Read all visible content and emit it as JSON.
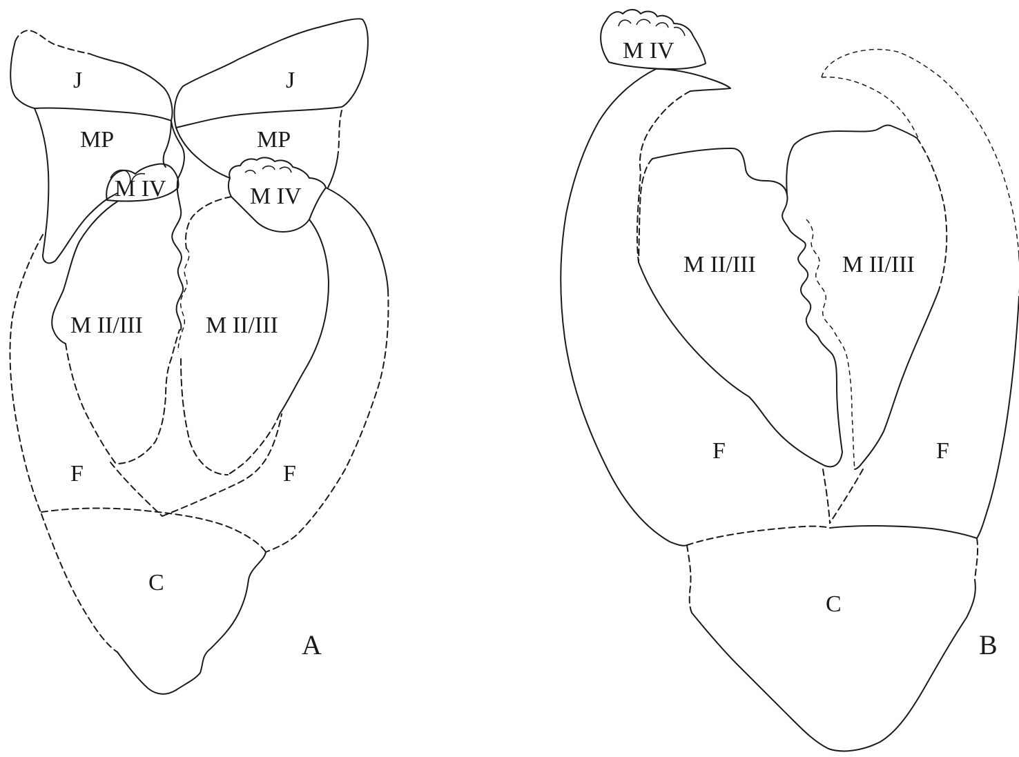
{
  "figure_a": {
    "panel_label": "A",
    "labels": {
      "j_left": "J",
      "j_right": "J",
      "mp_left": "MP",
      "mp_right": "MP",
      "miv_left": "M IV",
      "miv_right": "M IV",
      "m23_left": "M II/III",
      "m23_right": "M II/III",
      "f_left": "F",
      "f_right": "F",
      "c": "C"
    }
  },
  "figure_b": {
    "panel_label": "B",
    "labels": {
      "miv": "M IV",
      "m23_left": "M II/III",
      "m23_right": "M II/III",
      "f_left": "F",
      "f_right": "F",
      "c": "C"
    }
  },
  "colors": {
    "ink": "#1a1a1a",
    "background": "#ffffff"
  }
}
